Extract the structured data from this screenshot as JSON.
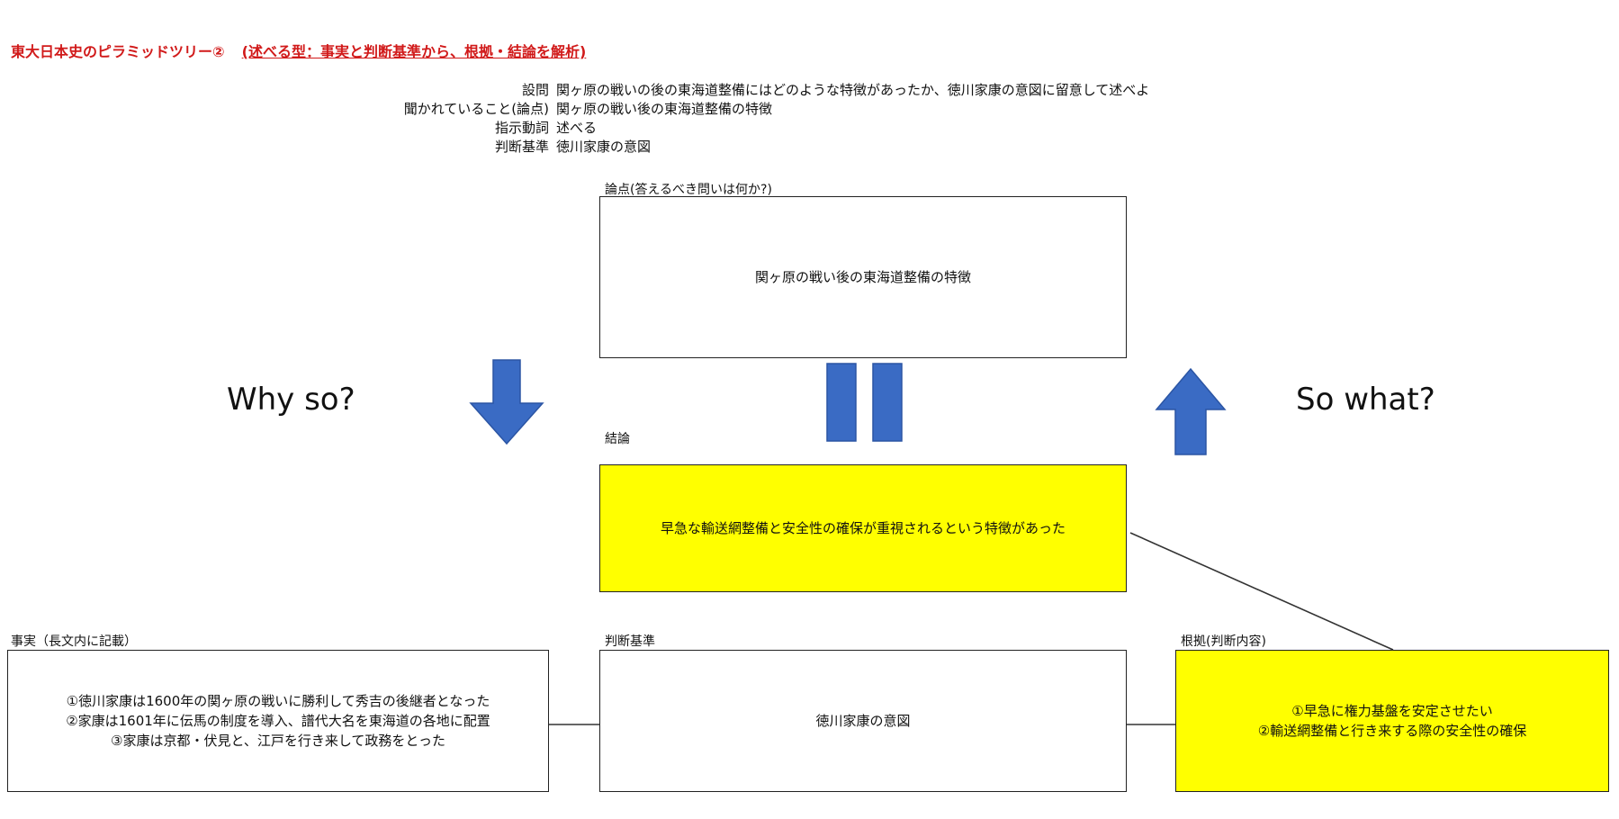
{
  "title": {
    "main": "東大日本史のピラミッドツリー②",
    "sub": "(述べる型：事実と判断基準から、根拠・結論を解析)"
  },
  "question_block": [
    {
      "key": "設問",
      "value": "関ヶ原の戦いの後の東海道整備にはどのような特徴があったか、徳川家康の意図に留意して述べよ"
    },
    {
      "key": "聞かれていること(論点)",
      "value": "関ヶ原の戦い後の東海道整備の特徴"
    },
    {
      "key": "指示動詞",
      "value": "述べる"
    },
    {
      "key": "判断基準",
      "value": "徳川家康の意図"
    }
  ],
  "issue": {
    "label": "論点(答えるべき問いは何か?)",
    "text": "関ヶ原の戦い後の東海道整備の特徴"
  },
  "conclusion": {
    "label": "結論",
    "text": "早急な輸送網整備と安全性の確保が重視されるという特徴があった"
  },
  "why_so": "Why so?",
  "so_what": "So what?",
  "facts": {
    "label": "事実（長文内に記載）",
    "lines": [
      "①徳川家康は1600年の関ヶ原の戦いに勝利して秀吉の後継者となった",
      "②家康は1601年に伝馬の制度を導入、譜代大名を東海道の各地に配置",
      "③家康は京都・伏見と、江戸を行き来して政務をとった"
    ]
  },
  "criteria": {
    "label": "判断基準",
    "text": "徳川家康の意図"
  },
  "grounds": {
    "label": "根拠(判断内容)",
    "lines": [
      "①早急に権力基盤を安定させたい",
      "②輸送網整備と行き来する際の安全性の確保"
    ]
  },
  "colors": {
    "highlight": "#ffff00",
    "arrow": "#3a6bc4",
    "title": "#d11a1a"
  },
  "icons": [
    "arrow-down-icon",
    "equals-icon",
    "arrow-up-icon"
  ]
}
